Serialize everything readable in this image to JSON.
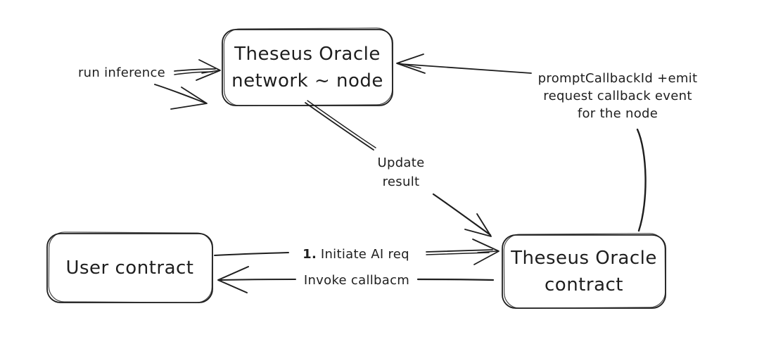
{
  "diagram": {
    "background": "#ffffff",
    "stroke_color": "#1e1e1e",
    "boxes": {
      "oracle_node": {
        "line1": "Theseus Oracle",
        "line2": "network ~ node"
      },
      "user_contract": {
        "line1": "User contract"
      },
      "oracle_contract": {
        "line1": "Theseus Oracle",
        "line2": "contract"
      }
    },
    "labels": {
      "run_inference": "run inference",
      "prompt_callback_line1": "promptCallbackId +emit",
      "prompt_callback_line2": "request callback event",
      "prompt_callback_line3": "for the node",
      "update_result_line1": "Update",
      "update_result_line2": "result",
      "initiate_step_number": "1.",
      "initiate_text": "Initiate AI req",
      "invoke_callback": "Invoke callbacm"
    }
  }
}
